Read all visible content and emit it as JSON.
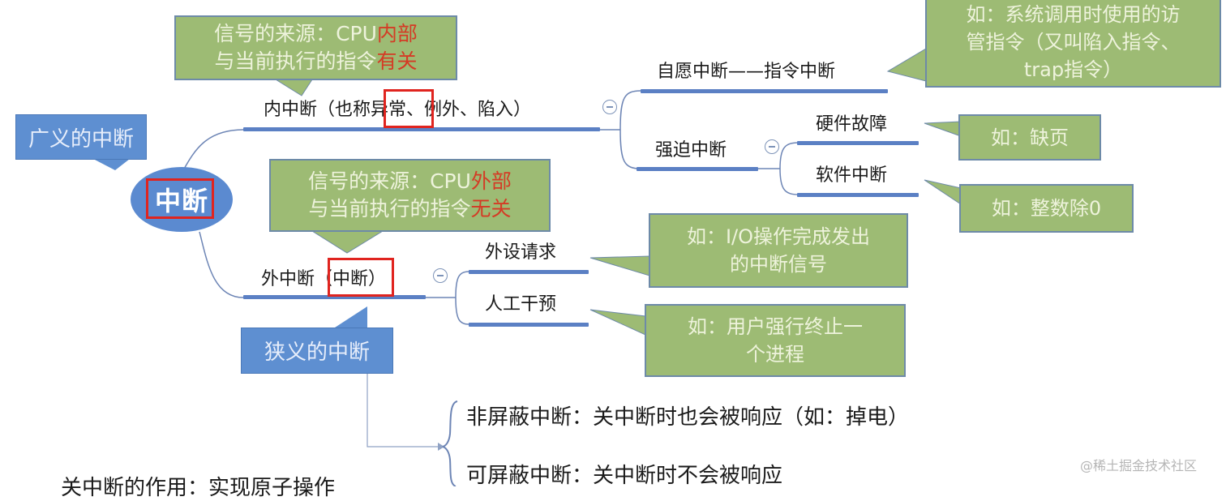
{
  "root": {
    "label": "中断",
    "tag": "广义的中断"
  },
  "internal": {
    "label": "内中断（也称异常、例外、陷入）",
    "callout": {
      "line1_prefix": "信号的来源：CPU",
      "line1_emph": "内部",
      "line2_prefix": "与当前执行的指令",
      "line2_emph": "有关"
    },
    "children": [
      {
        "label": "自愿中断——指令中断",
        "note": [
          "如：系统调用时使用的访",
          "管指令（又叫陷入指令、",
          "trap指令）"
        ]
      },
      {
        "label": "强迫中断",
        "children": [
          {
            "label": "硬件故障",
            "note": [
              "如：缺页"
            ]
          },
          {
            "label": "软件中断",
            "note": [
              "如：整数除0"
            ]
          }
        ]
      }
    ]
  },
  "external": {
    "label": "外中断（中断）",
    "tag": "狭义的中断",
    "callout": {
      "line1_prefix": "信号的来源：CPU",
      "line1_emph": "外部",
      "line2_prefix": "与当前执行的指令",
      "line2_emph": "无关"
    },
    "children": [
      {
        "label": "外设请求",
        "note": [
          "如：I/O操作完成发出",
          "的中断信号"
        ]
      },
      {
        "label": "人工干预",
        "note": [
          "如：用户强行终止一",
          "个进程"
        ]
      }
    ]
  },
  "classification": {
    "items": [
      "非屏蔽中断：关中断时也会被响应（如：掉电）",
      "可屏蔽中断：关中断时不会被响应"
    ]
  },
  "footer_text": "关中断的作用：实现原子操作",
  "watermark": "@稀土掘金技术社区",
  "colors": {
    "node_blue": "#5b8ad0",
    "branch_bar": "#5b80c4",
    "callout_green": "#9dbb74",
    "emphasis_red": "#d43b25",
    "highlight_box": "#e0241f"
  }
}
